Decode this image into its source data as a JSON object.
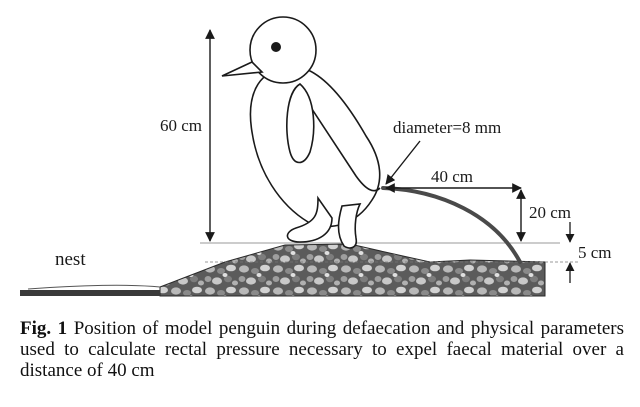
{
  "diagram": {
    "label_height": "60 cm",
    "label_diameter": "diameter=8 mm",
    "label_distance": "40 cm",
    "label_drop": "20 cm",
    "label_ground": "5 cm",
    "label_nest": "nest"
  },
  "caption": {
    "figure_number": "Fig. 1",
    "text": "Position of model penguin during defaecation and physical parameters used to calculate rectal pressure necessary to expel faecal material over a distance of 40 cm"
  },
  "colors": {
    "ink": "#1a1a1a",
    "stream": "#4a4a4a",
    "gravel": "#6f6f6f",
    "background": "#ffffff"
  }
}
